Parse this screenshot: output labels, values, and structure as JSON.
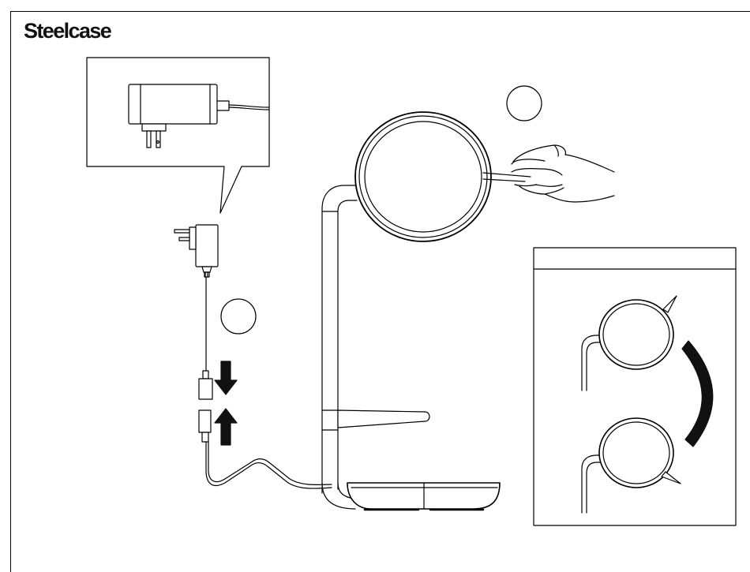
{
  "brand": {
    "name": "Steelcase"
  },
  "steps": [
    {
      "id": "step-a",
      "label": ""
    },
    {
      "id": "step-b",
      "label": ""
    }
  ],
  "detail_panel": {
    "title": ""
  },
  "colors": {
    "line": "#000000",
    "fill": "#ffffff",
    "panel_border": "#000000"
  }
}
